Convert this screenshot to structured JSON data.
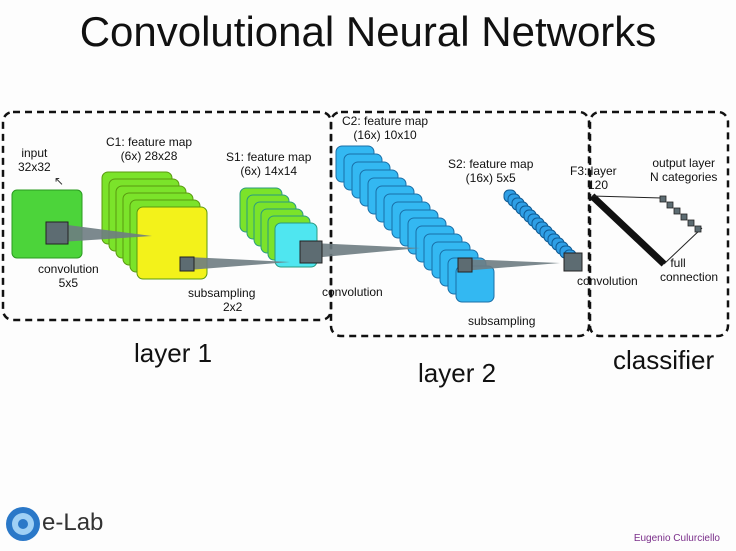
{
  "title": "Convolutional Neural Networks",
  "labels": {
    "input": "input",
    "input_size": "32x32",
    "c1_title": "C1: feature map",
    "c1_size": "(6x) 28x28",
    "s1_title": "S1: feature map",
    "s1_size": "(6x) 14x14",
    "c2_title": "C2: feature map",
    "c2_size": "(16x) 10x10",
    "s2_title": "S2: feature map",
    "s2_size": "(16x) 5x5",
    "f3_title": "F3: layer",
    "f3_size": "120",
    "output_title": "output layer",
    "output_size": "N categories",
    "conv1": "convolution",
    "conv1_size": "5x5",
    "sub1": "subsampling",
    "sub1_size": "2x2",
    "conv2": "convolution",
    "sub2": "subsampling",
    "conv3": "convolution",
    "full": "full",
    "connection": "connection"
  },
  "groups": {
    "layer1": "layer 1",
    "layer2": "layer 2",
    "classifier": "classifier"
  },
  "footer": {
    "logo": "e-Lab",
    "author": "Eugenio Culurciello"
  },
  "colors": {
    "input": "#4cd43a",
    "c1_back": "#7be32a",
    "c1_front": "#f3f21a",
    "s1_back": "#7be32a",
    "s1_front": "#4fe6f0",
    "c2": "#33b8f2",
    "s2": "#2f9fe6",
    "kernel": "#5d6c72",
    "line": "#111111"
  },
  "icons": [
    "elab-logo-icon",
    "cursor-icon"
  ]
}
